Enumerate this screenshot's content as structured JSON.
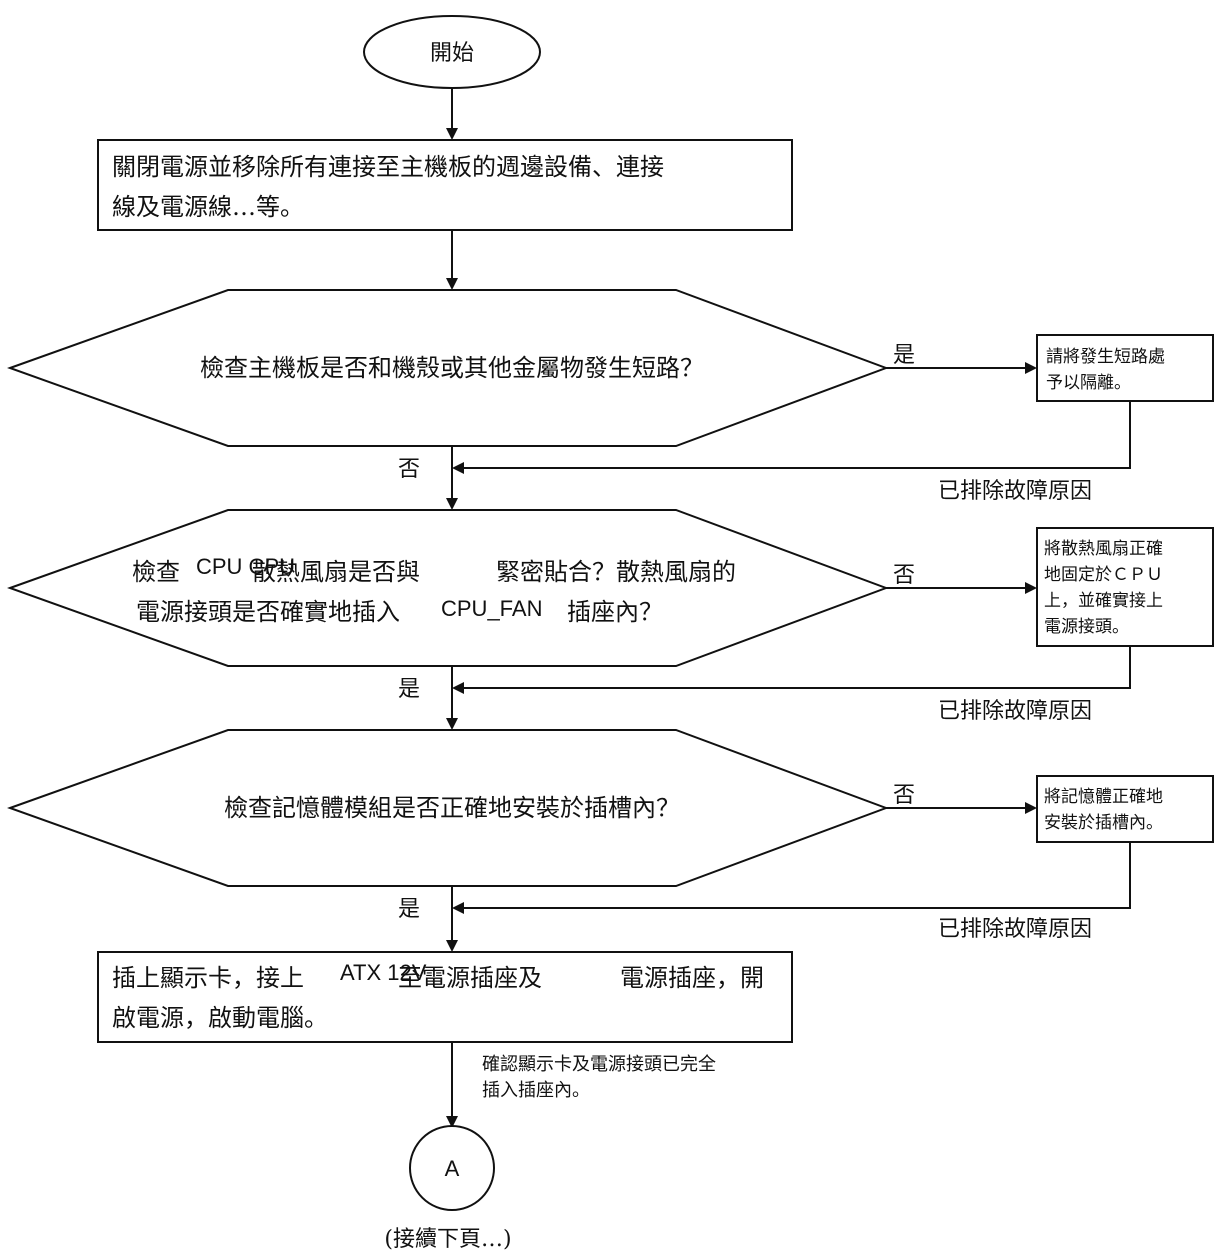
{
  "start": {
    "label": "開始"
  },
  "step1": {
    "line1": "關閉電源並移除所有連接至主機板的週邊設備、連接",
    "line2": "線及電源線…等。"
  },
  "decision1": {
    "question": "檢查主機板是否和機殼或其他金屬物發生短路？",
    "yes_label": "是",
    "no_label": "否",
    "fix_line1": "請將發生短路處",
    "fix_line2": "予以隔離。",
    "resolved": "已排除故障原因"
  },
  "decision2": {
    "line1_a": "檢查",
    "line1_b": "CPU CPU",
    "line1_c": "散熱風扇是否與",
    "line1_d": "緊密貼合？散熱風扇的",
    "line2_a": "電源接頭是否確實地插入",
    "line2_b": "CPU_FAN",
    "line2_c": "插座內？",
    "no_label": "否",
    "yes_label": "是",
    "fix_line1": "將散熱風扇正確",
    "fix_line2": "地固定於ＣＰＵ",
    "fix_line3": "上，並確實接上",
    "fix_line4": "電源接頭。",
    "resolved": "已排除故障原因"
  },
  "decision3": {
    "question": "檢查記憶體模組是否正確地安裝於插槽內？",
    "no_label": "否",
    "yes_label": "是",
    "fix_line1": "將記憶體正確地",
    "fix_line2": "安裝於插槽內。",
    "resolved": "已排除故障原因"
  },
  "step2": {
    "line1_a": "插上顯示卡，接上",
    "line1_b": "ATX 12V",
    "line1_c": "至電源插座及",
    "line1_d": "電源插座，開",
    "line2": "啟電源，啟動電腦。"
  },
  "note": {
    "line1": "確認顯示卡及電源接頭已完全",
    "line2": "插入插座內。"
  },
  "connector": {
    "label": "A"
  },
  "continued": "(接續下頁…)"
}
